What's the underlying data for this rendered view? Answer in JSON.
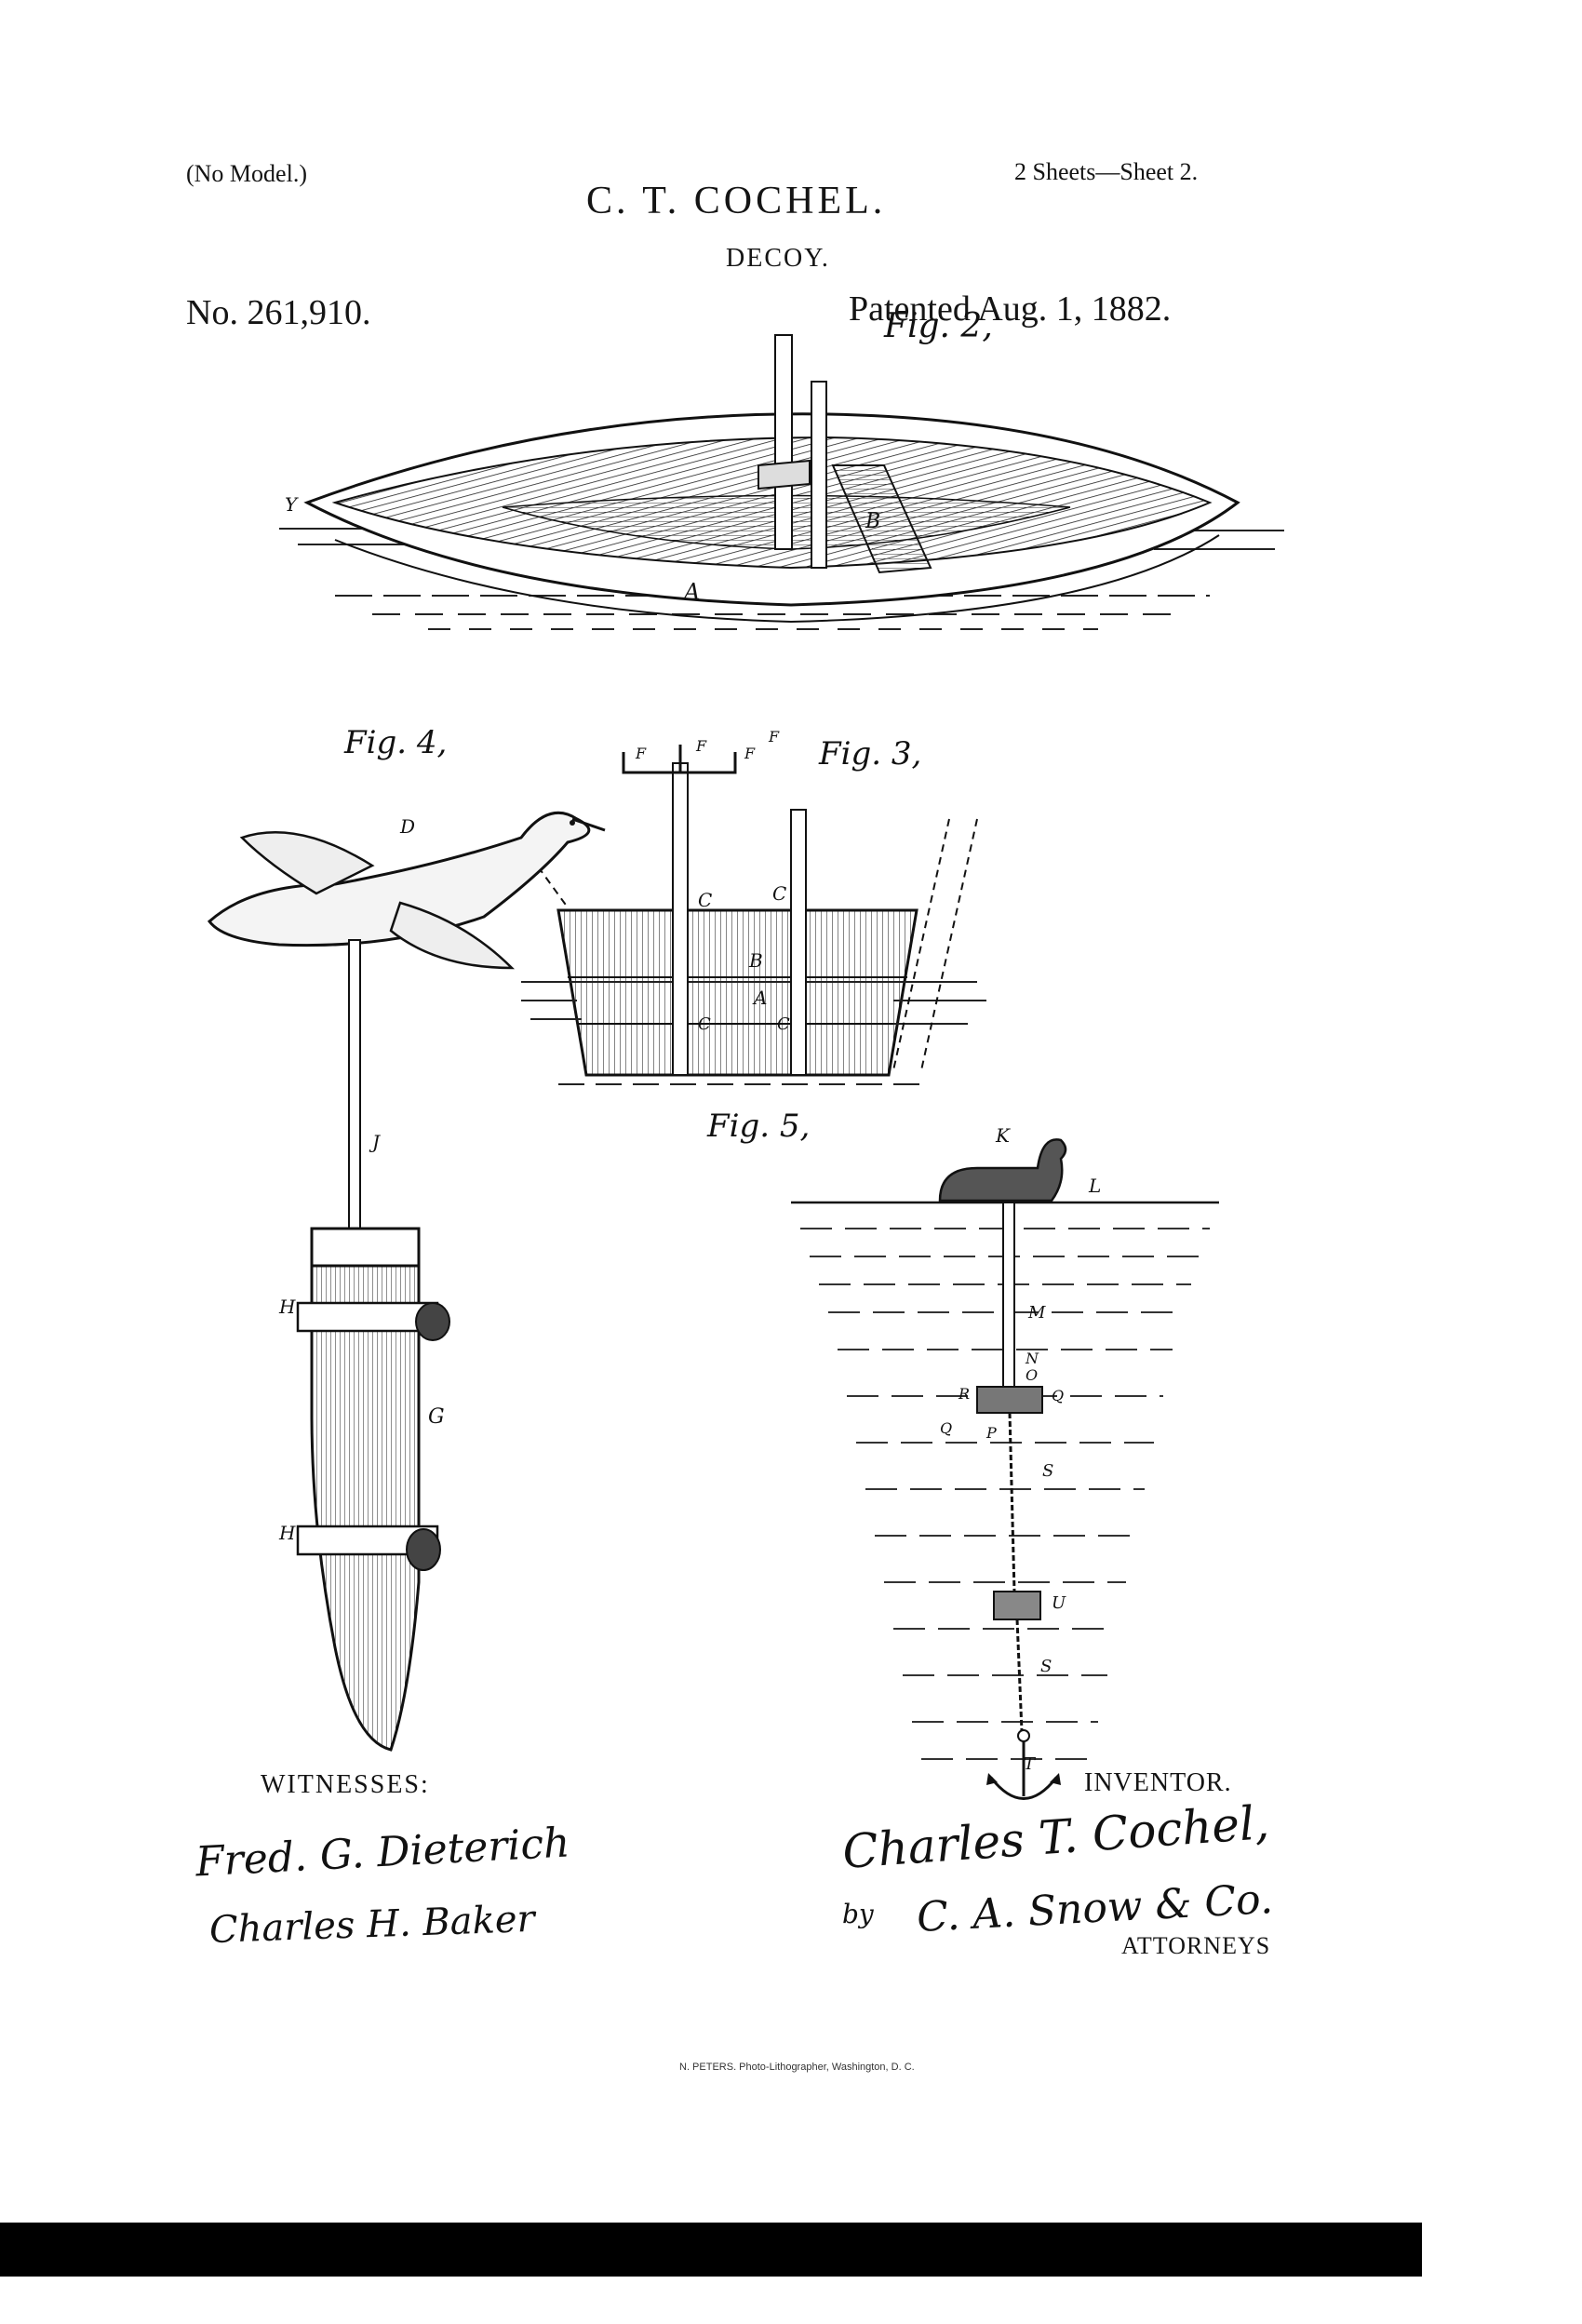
{
  "header": {
    "model": "(No Model.)",
    "sheets": "2 Sheets—Sheet 2.",
    "inventor_name": "C. T. COCHEL.",
    "title": "DECOY.",
    "patent_number": "No. 261,910.",
    "patent_date": "Patented Aug. 1, 1882."
  },
  "figures": {
    "fig2_label": "Fig. 2,",
    "fig3_label": "Fig. 3,",
    "fig4_label": "Fig. 4,",
    "fig5_label": "Fig. 5,"
  },
  "letters": {
    "y": "Y",
    "a_boat": "A",
    "b_boat": "B",
    "f1": "F",
    "f2": "F",
    "f3": "F",
    "f4": "F",
    "c1": "C",
    "c2": "C",
    "c3": "C",
    "c4": "C",
    "b_tub": "B",
    "a_tub": "A",
    "d": "D",
    "j": "J",
    "h1": "H",
    "h2": "H",
    "g": "G",
    "k": "K",
    "l": "L",
    "m": "M",
    "n": "N",
    "o": "O",
    "r": "R",
    "q1": "Q",
    "q2": "Q",
    "p": "P",
    "s1": "S",
    "s2": "S",
    "u": "U",
    "t": "T"
  },
  "witnesses": {
    "label": "WITNESSES:",
    "sig1": "Fred. G. Dieterich",
    "sig2": "Charles H. Baker"
  },
  "inventor": {
    "label": "INVENTOR.",
    "signature": "Charles T. Cochel,",
    "by": "by",
    "attorney_sig": "C. A. Snow & Co.",
    "attorneys_label": "ATTORNEYS"
  },
  "footer": {
    "lithographer": "N. PETERS. Photo-Lithographer, Washington, D. C."
  }
}
